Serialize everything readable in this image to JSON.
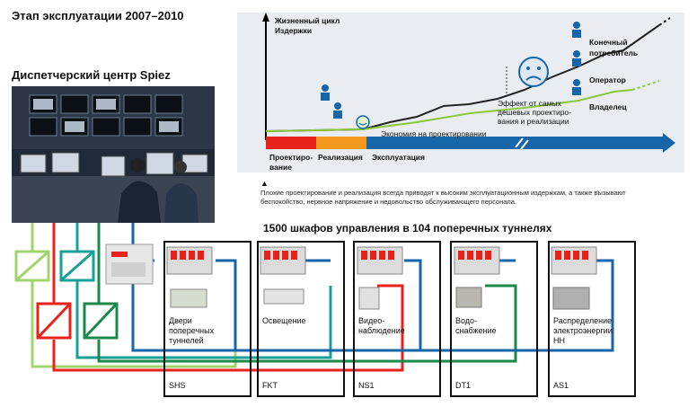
{
  "header": {
    "phase_title": "Этап эксплуатации 2007–2010",
    "center_title": "Диспетчерский центр Spiez"
  },
  "chart": {
    "y_title_line1": "Жизненный цикл",
    "y_title_line2": "Издержки",
    "phases": [
      "Проектиро-",
      "вание",
      "Реализация",
      "Эксплуатация"
    ],
    "savings_label": "Экономия на проектировании",
    "effect_label": [
      "Эффект от самых",
      "дешевых проектиро-",
      "вания и реализации"
    ],
    "roles": [
      "Конечный",
      "потребитель",
      "Оператор",
      "Владелец"
    ],
    "colors": {
      "red": "#e8221b",
      "orange": "#f39a1e",
      "blue": "#1565a8",
      "green": "#8cc63f"
    }
  },
  "caption": {
    "line1": "Плохие проектирование и реализация всегда приводят к высоким эксплуатационным издержкам, а также вызывают",
    "line2": "беспокойство, нервное напряжение и недовольство обслуживающего персонала."
  },
  "cabinets_title": "1500 шкафов управления в 104 поперечных туннелях",
  "boxes": [
    {
      "label": [
        "Двери",
        "поперечных",
        "туннелей"
      ],
      "code": "SHS"
    },
    {
      "label": [
        "Освещение"
      ],
      "code": "FKT"
    },
    {
      "label": [
        "Видео-",
        "наблюдение"
      ],
      "code": "NS1"
    },
    {
      "label": [
        "Водо-",
        "снабжение"
      ],
      "code": "DT1"
    },
    {
      "label": [
        "Распределение",
        "электроэнергии",
        "НН"
      ],
      "code": "AS1"
    }
  ]
}
